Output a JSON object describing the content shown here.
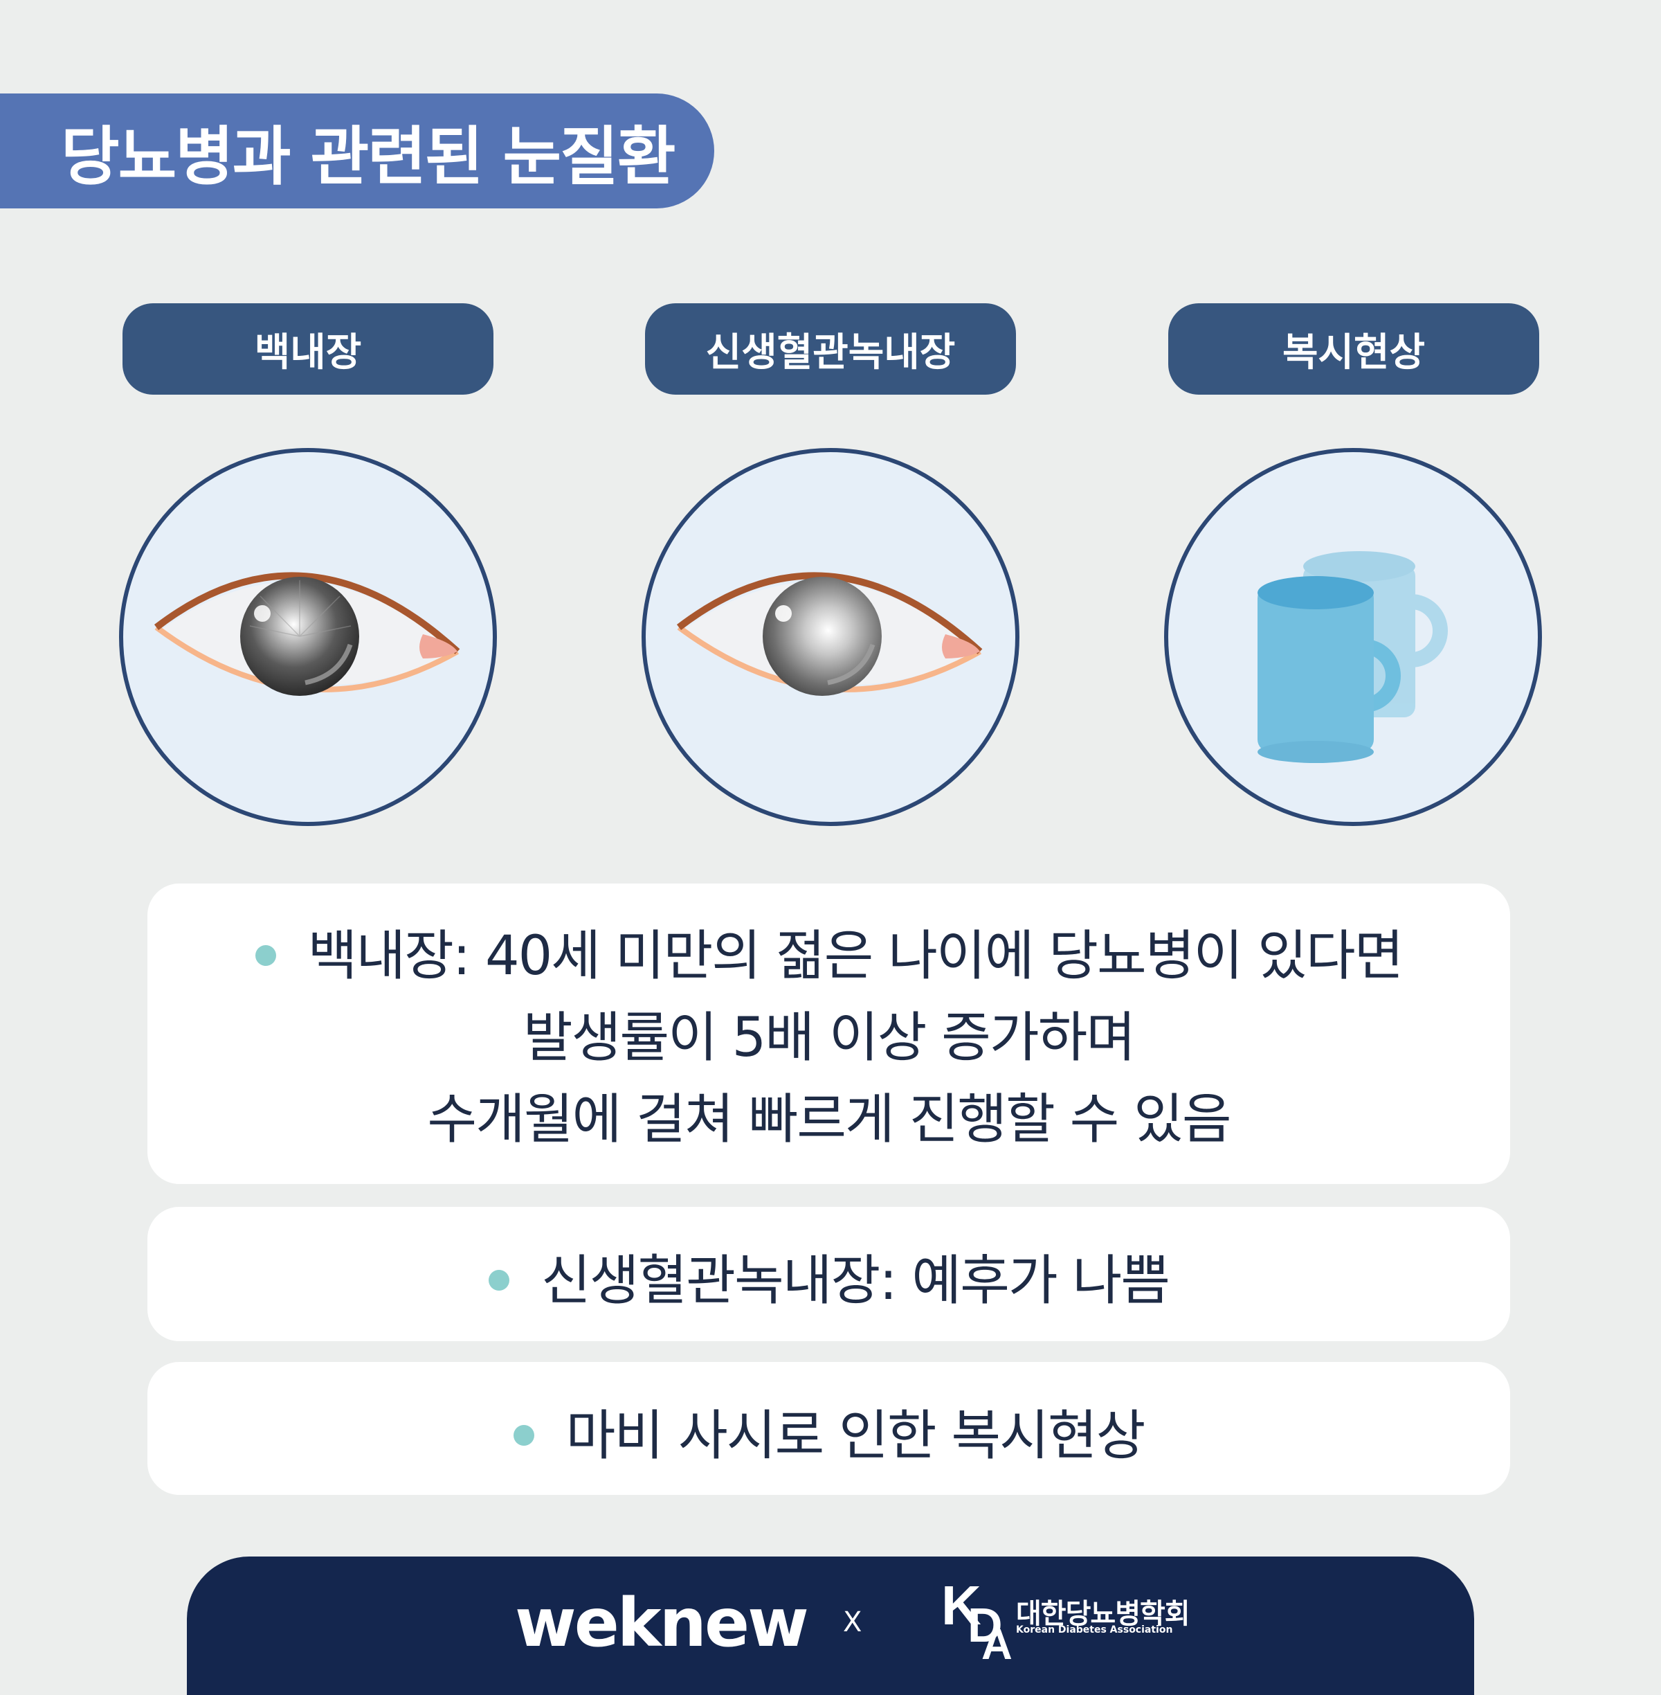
{
  "header": {
    "title": "당뇨병과 관련된 눈질환"
  },
  "conditions": [
    {
      "label": "백내장",
      "icon": "cataract-eye-icon"
    },
    {
      "label": "신생혈관녹내장",
      "icon": "glaucoma-eye-icon"
    },
    {
      "label": "복시현상",
      "icon": "double-cup-icon"
    }
  ],
  "cards": {
    "cataract": {
      "line1": "백내장:  40세 미만의 젊은 나이에 당뇨병이 있다면",
      "line2": "발생률이 5배 이상 증가하며",
      "line3": "수개월에 걸쳐 빠르게 진행할 수 있음"
    },
    "glaucoma": "신생혈관녹내장: 예후가 나쁨",
    "diplopia": "마비 사시로 인한 복시현상"
  },
  "footer": {
    "brand": "weknew",
    "times": "X",
    "partner_mark": "KDA",
    "partner_name_ko": "대한당뇨병학회",
    "partner_name_en": "Korean Diabetes Association"
  },
  "colors": {
    "title_bg": "#5574b4",
    "pill_bg": "#37567f",
    "footer_bg": "#14264e",
    "bullet": "#8ccfcd"
  }
}
